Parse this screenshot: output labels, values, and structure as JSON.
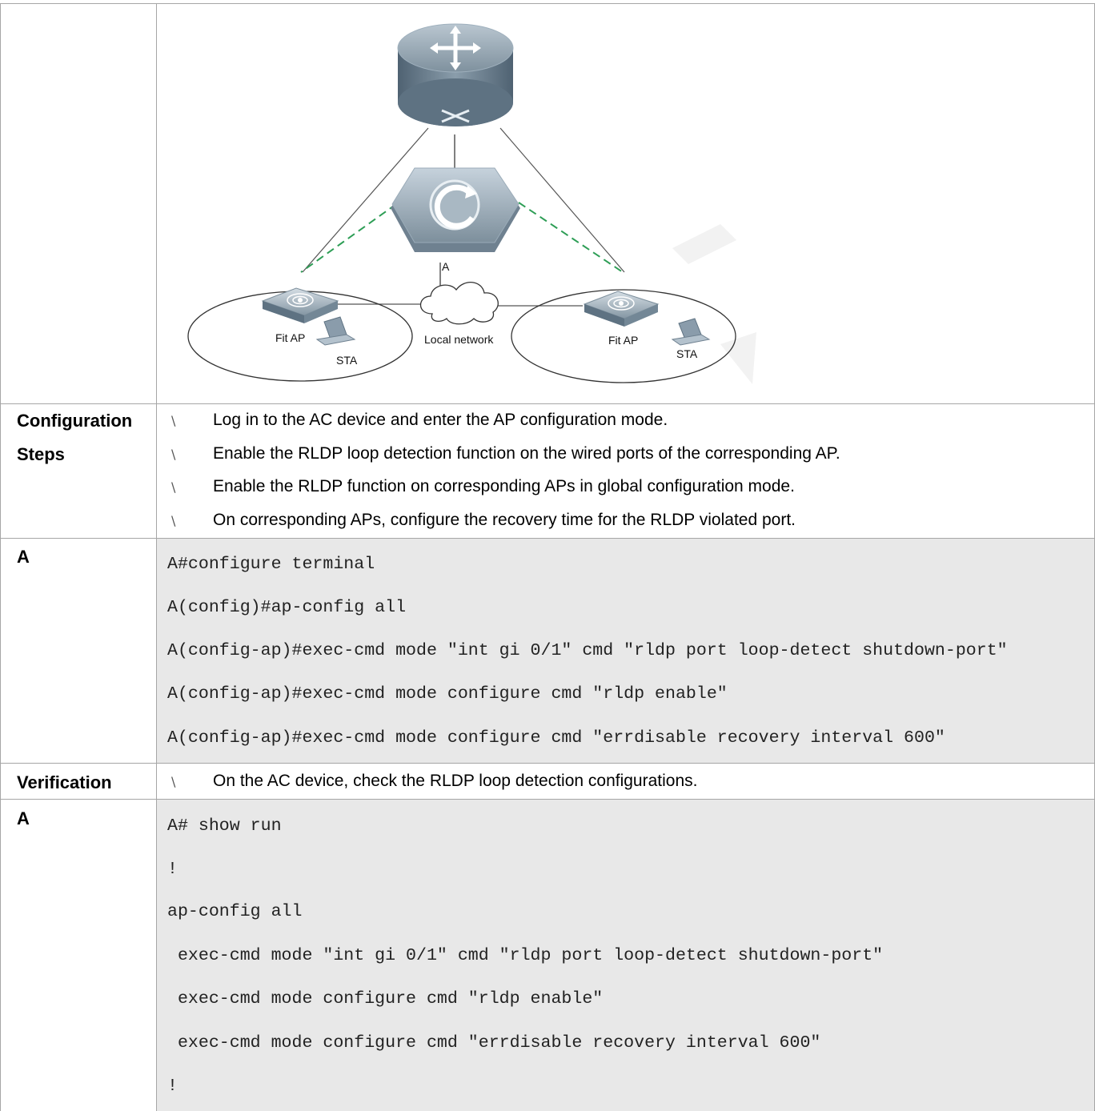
{
  "diagram": {
    "labels": {
      "switch": "A",
      "cloud": "Local network",
      "ap_left": "Fit AP",
      "sta_left": "STA",
      "ap_right": "Fit AP",
      "sta_right": "STA"
    }
  },
  "rows": {
    "config_steps": {
      "label_line1": "Configuration",
      "label_line2": "Steps",
      "bullets": [
        "Log in to the AC device and enter the AP configuration mode.",
        "Enable the RLDP loop detection function on the wired ports of the corresponding AP.",
        "Enable the RLDP function on corresponding APs in global configuration mode.",
        "On corresponding APs, configure the recovery time for the RLDP violated port."
      ]
    },
    "config_code": {
      "label": "A",
      "lines": [
        "A#configure terminal",
        "A(config)#ap-config all",
        "A(config-ap)#exec-cmd mode \"int gi 0/1\" cmd \"rldp port loop-detect shutdown-port\"",
        "A(config-ap)#exec-cmd mode configure cmd \"rldp enable\"",
        "A(config-ap)#exec-cmd mode configure cmd \"errdisable recovery interval 600\""
      ]
    },
    "verification": {
      "label": "Verification",
      "bullets": [
        "On the AC device, check the RLDP loop detection configurations."
      ]
    },
    "verify_code": {
      "label": "A",
      "lines": [
        "A# show run",
        "!",
        "ap-config all",
        " exec-cmd mode \"int gi 0/1\" cmd \"rldp port loop-detect shutdown-port\"",
        " exec-cmd mode configure cmd \"rldp enable\"",
        " exec-cmd mode configure cmd \"errdisable recovery interval 600\"",
        "!"
      ]
    }
  },
  "icons": {
    "bullet": "bullet-mark-icon",
    "router": "router-icon",
    "switch": "switch-icon",
    "access_point": "access-point-icon",
    "laptop": "laptop-icon",
    "cloud": "cloud-icon"
  },
  "colors": {
    "grid": "#a6a6a6",
    "code_shade": "#e8e8e8",
    "wireless_link": "#2e9e56"
  }
}
